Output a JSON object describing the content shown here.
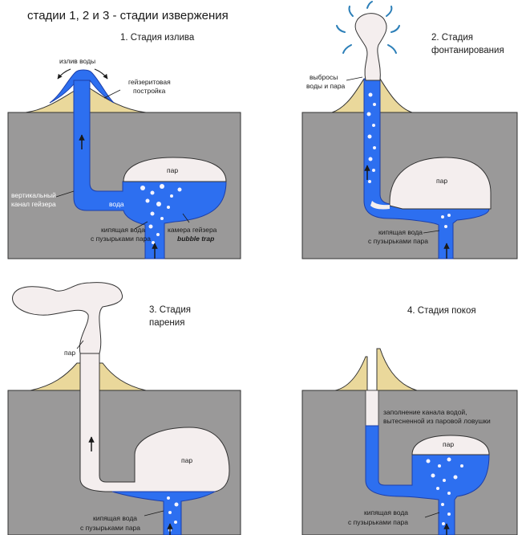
{
  "header": "стадии 1, 2 и 3 - стадии извержения",
  "colors": {
    "ground": "#9a9999",
    "water": "#2d6ff0",
    "water_edge": "#1d3fa8",
    "sinter": "#ead89b",
    "steam": "#f4eeee",
    "outline": "#2a2a2a",
    "spray": "#2c7fb8"
  },
  "panels": [
    {
      "title_lines": [
        "1. Стадия излива"
      ],
      "labels": {
        "water_outflow": "излив воды",
        "sinter_1": "гейзеритовая",
        "sinter_2": "постройка",
        "steam": "пар",
        "vertical_1": "вертикальный",
        "vertical_2": "канал гейзера",
        "water": "вода",
        "boiling_1": "кипящая вода",
        "boiling_2": "с пузырьками пара",
        "chamber_1": "камера гейзера",
        "chamber_2": "bubble trap"
      }
    },
    {
      "title_lines": [
        "2. Стадия",
        "фонтанирования"
      ],
      "labels": {
        "ejection_1": "выбросы",
        "ejection_2": "воды и пара",
        "steam": "пар",
        "boiling_1": "кипящая вода",
        "boiling_2": "с пузырьками пара"
      }
    },
    {
      "title_lines": [
        "3. Стадия",
        "парения"
      ],
      "labels": {
        "steam_top": "пар",
        "steam": "пар",
        "boiling_1": "кипящая вода",
        "boiling_2": "с пузырьками пара"
      }
    },
    {
      "title_lines": [
        "4. Стадия покоя"
      ],
      "labels": {
        "refill_1": "заполнение канала водой,",
        "refill_2": "вытесненной  из паровой ловушки",
        "steam": "пар",
        "boiling_1": "кипящая вода",
        "boiling_2": "с пузырьками пара"
      }
    }
  ]
}
